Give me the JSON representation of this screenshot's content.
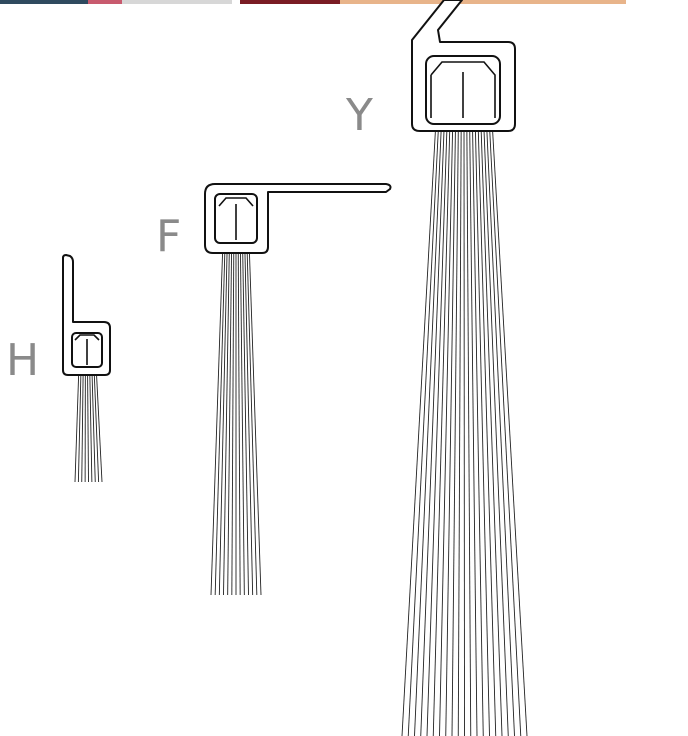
{
  "palette": {
    "line": "#111111",
    "bristle": "#222222",
    "label": "#8a8a8a",
    "strip_colors": [
      "#2f4a5f",
      "#c85a6e",
      "#d7d7d7",
      "#7a1c24",
      "#e8b48a"
    ]
  },
  "brushes": [
    {
      "id": "H",
      "label": "H",
      "bristle_count": 9
    },
    {
      "id": "F",
      "label": "F",
      "bristle_count": 13
    },
    {
      "id": "Y",
      "label": "Y",
      "bristle_count": 21
    }
  ]
}
